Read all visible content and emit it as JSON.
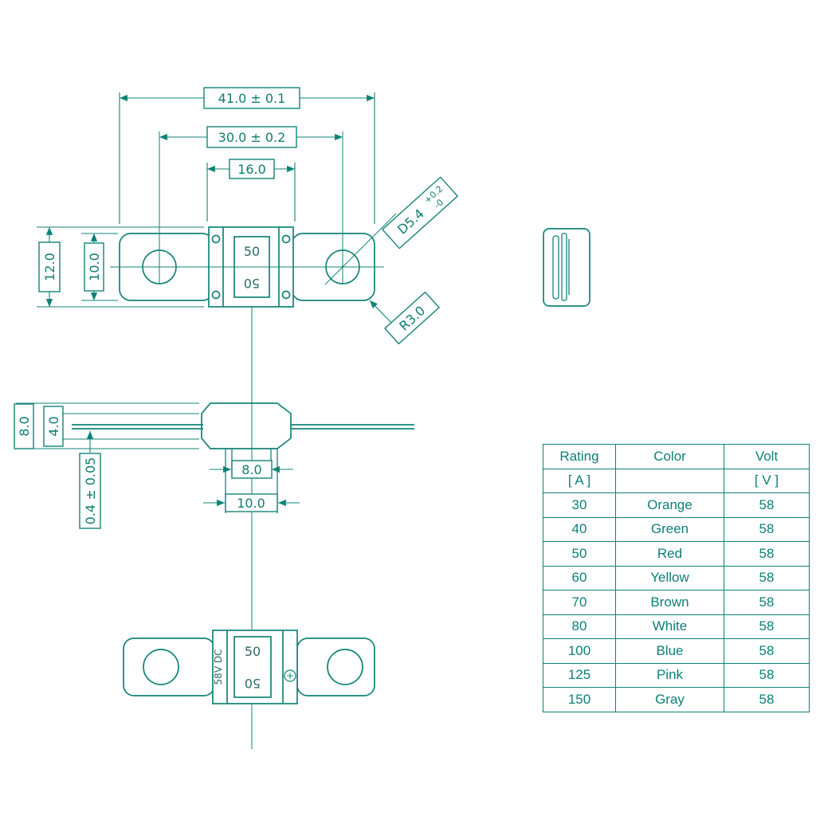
{
  "colors": {
    "line": "#128478",
    "text": "#0b8076",
    "marking": "#2f6b64",
    "background": "#ffffff"
  },
  "drawing": {
    "top_view": {
      "dim_overall_length": "41.0 ± 0.1",
      "dim_hole_spacing": "30.0 ± 0.2",
      "dim_body_width": "16.0",
      "dim_body_height": "12.0",
      "dim_terminal_width": "10.0",
      "dim_hole_diameter": "D5.4",
      "dim_hole_tol_plus": "+0.2",
      "dim_hole_tol_minus": "-0",
      "dim_corner_radius": "R3.0",
      "rating_marking": "50"
    },
    "side_view": {
      "dim_overall_height": "8.0",
      "dim_body_height": "4.0",
      "dim_terminal_thickness": "0.4 ± 0.05",
      "dim_slot_inner_width": "8.0",
      "dim_slot_outer_width": "10.0"
    },
    "front_view": {
      "voltage_marking": "58V DC",
      "rating_marking": "50"
    }
  },
  "table": {
    "headers": {
      "rating": "Rating",
      "color": "Color",
      "volt": "Volt"
    },
    "units": {
      "rating": "[ A ]",
      "color": "",
      "volt": "[ V ]"
    },
    "rows": [
      {
        "rating": "30",
        "color": "Orange",
        "volt": "58"
      },
      {
        "rating": "40",
        "color": "Green",
        "volt": "58"
      },
      {
        "rating": "50",
        "color": "Red",
        "volt": "58"
      },
      {
        "rating": "60",
        "color": "Yellow",
        "volt": "58"
      },
      {
        "rating": "70",
        "color": "Brown",
        "volt": "58"
      },
      {
        "rating": "80",
        "color": "White",
        "volt": "58"
      },
      {
        "rating": "100",
        "color": "Blue",
        "volt": "58"
      },
      {
        "rating": "125",
        "color": "Pink",
        "volt": "58"
      },
      {
        "rating": "150",
        "color": "Gray",
        "volt": "58"
      }
    ]
  }
}
